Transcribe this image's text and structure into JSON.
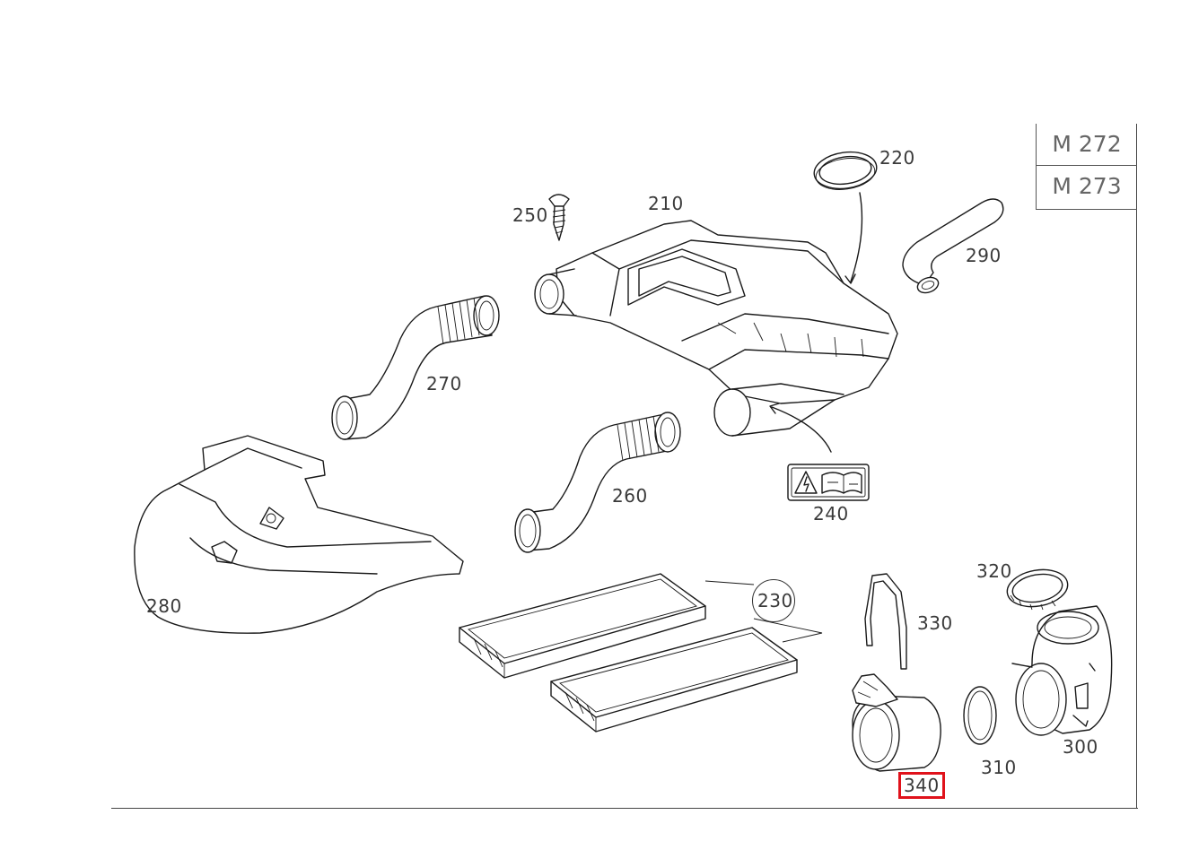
{
  "engine_codes": [
    "M 272",
    "M 273"
  ],
  "parts": [
    {
      "id": "p210",
      "number": "210"
    },
    {
      "id": "p220",
      "number": "220"
    },
    {
      "id": "p230",
      "number": "230"
    },
    {
      "id": "p240",
      "number": "240"
    },
    {
      "id": "p250",
      "number": "250"
    },
    {
      "id": "p260",
      "number": "260"
    },
    {
      "id": "p270",
      "number": "270"
    },
    {
      "id": "p280",
      "number": "280"
    },
    {
      "id": "p290",
      "number": "290"
    },
    {
      "id": "p300",
      "number": "300"
    },
    {
      "id": "p310",
      "number": "310"
    },
    {
      "id": "p320",
      "number": "320"
    },
    {
      "id": "p330",
      "number": "330"
    },
    {
      "id": "p340",
      "number": "340",
      "highlighted": true
    }
  ],
  "colors": {
    "highlight": "#e0121b",
    "line": "#1a1a1a",
    "label": "#3a3a3a"
  }
}
